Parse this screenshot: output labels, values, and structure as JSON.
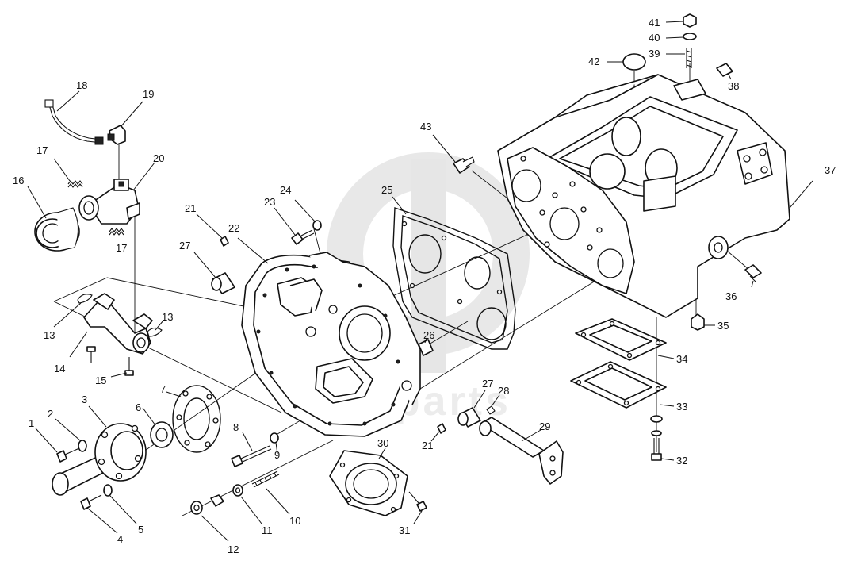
{
  "watermark": {
    "text": "dah-parts"
  },
  "callouts": [
    "1",
    "2",
    "3",
    "4",
    "5",
    "6",
    "7",
    "8",
    "9",
    "10",
    "11",
    "12",
    "13",
    "13",
    "14",
    "15",
    "16",
    "17",
    "17",
    "18",
    "19",
    "20",
    "21",
    "21",
    "22",
    "23",
    "24",
    "25",
    "26",
    "27",
    "27",
    "28",
    "29",
    "30",
    "31",
    "32",
    "33",
    "34",
    "35",
    "36",
    "37",
    "38",
    "39",
    "40",
    "41",
    "42",
    "43"
  ]
}
